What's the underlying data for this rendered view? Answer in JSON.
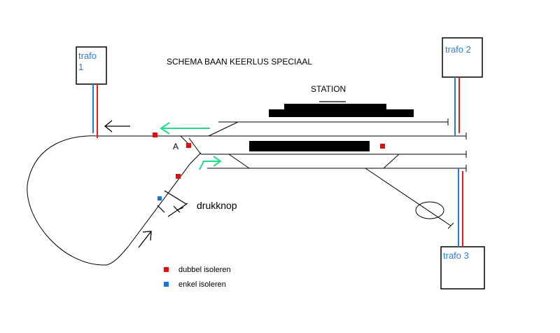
{
  "title": "SCHEMA BAAN KEERLUS SPECIAAL",
  "station_label": "STATION",
  "trafo_labels": [
    "trafo 1",
    "trafo 2",
    "trafo 3"
  ],
  "switch_label": "A",
  "button_label": "drukknop",
  "legend": {
    "double": "dubbel isoleren",
    "single": "enkel isoleren"
  },
  "colors": {
    "double_isolation": "#e01010",
    "single_isolation": "#1a74d6",
    "wire_blue": "#2a7be0",
    "wire_red": "#e02020",
    "direction_arrow": "#22dd88",
    "trafo_text": "#2a7be0"
  }
}
